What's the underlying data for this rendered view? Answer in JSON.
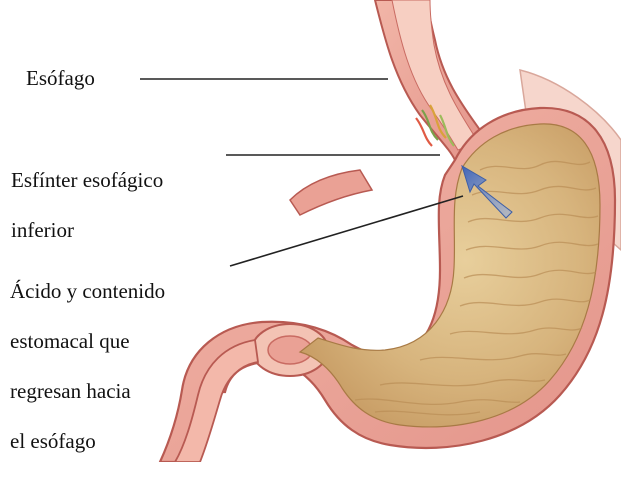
{
  "labels": {
    "esofago": "Esófago",
    "esfinter": [
      "Esfínter esofágico",
      "inferior"
    ],
    "acido": [
      "Ácido y contenido",
      "estomacal que",
      "regresan hacia",
      "el esófago"
    ]
  },
  "colors": {
    "outer_wall": "#e9a59a",
    "inner_wall": "#f3c3b4",
    "wall_edge": "#b85a52",
    "lining": "#d9b882",
    "lining_dark": "#b98d55",
    "acid_arrow": "#5a7fc4",
    "leader": "#222222"
  }
}
